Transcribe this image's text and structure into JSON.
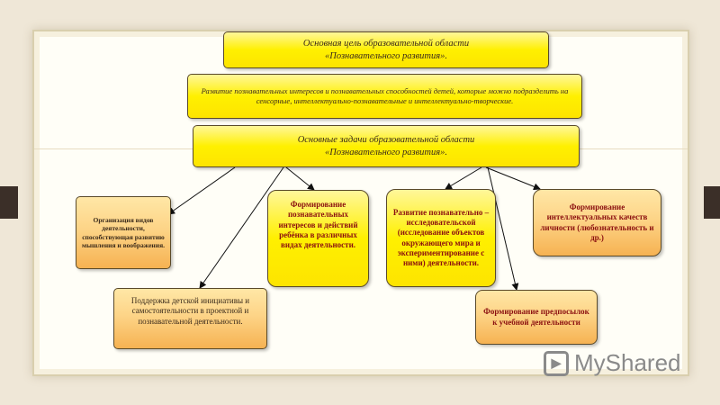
{
  "goal": {
    "title_line1": "Основная цель образовательной области",
    "title_line2": "«Познавательного развития»."
  },
  "goal_description": "Развитие познавательных интересов и познавательных способностей детей, которые можно подразделить на сенсорные, интеллектуально-познавательные и интеллектуально-творческие.",
  "tasks_header": {
    "line1": "Основные задачи образовательной области",
    "line2": "«Познавательного развития»."
  },
  "tasks": {
    "organization": "Организация видов деятельности, способствующая развитию мышления и воображения.",
    "support": "Поддержка детской инициативы и самостоятельности в проектной и познавательной деятельности.",
    "interests": "Формирование познавательных интересов и действий ребёнка в различных видах деятельности.",
    "research": "Развитие познавательно – исследовательской (исследование объектов окружающего мира и экспериментирование с ними) деятельности.",
    "intellect": "Формирование интеллектуальных качеств личности (любознательность и др.)",
    "learning": "Формирование предпосылок к учебной деятельности"
  },
  "watermark": {
    "text": "MyShared",
    "icon": "play-logo-icon"
  },
  "colors": {
    "yellow": "#fff000",
    "orange": "#f6b252",
    "task_red": "#8b1010",
    "frame_bg": "#fffef7"
  }
}
